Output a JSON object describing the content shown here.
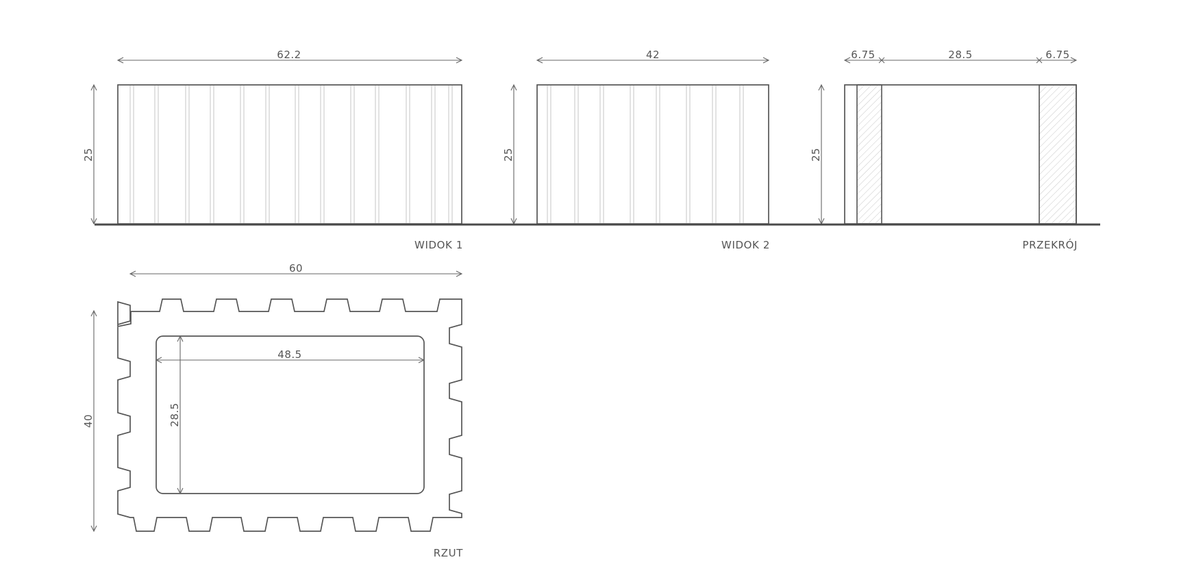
{
  "views": {
    "view1": {
      "label": "WIDOK 1",
      "width_dim": "62.2",
      "height_dim": "25"
    },
    "view2": {
      "label": "WIDOK 2",
      "width_dim": "42",
      "height_dim": "25"
    },
    "section": {
      "label": "PRZEKRÓJ",
      "height_dim": "25",
      "left_wall_dim": "6.75",
      "inner_dim": "28.5",
      "right_wall_dim": "6.75"
    },
    "plan": {
      "label": "RZUT",
      "width_dim": "60",
      "height_dim": "40",
      "inner_width_dim": "48.5",
      "inner_depth_dim": "28.5"
    }
  },
  "colors": {
    "line": "#555555",
    "rib": "#cfcfcf",
    "hatch": "#c8c8c8",
    "background": "#ffffff"
  }
}
